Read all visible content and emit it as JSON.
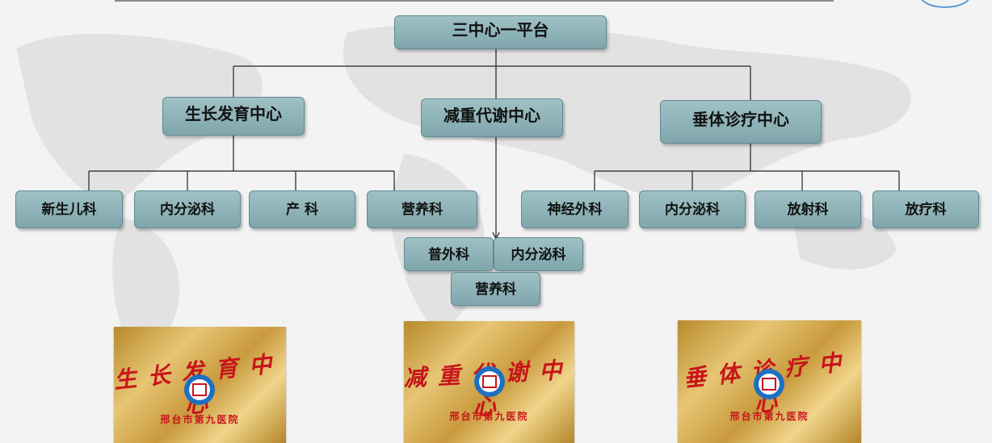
{
  "root": "三中心一平台",
  "centers": [
    {
      "label": "生长发育中心",
      "depts": [
        "新生儿科",
        "内分泌科",
        "产 科",
        "营养科"
      ]
    },
    {
      "label": "减重代谢中心",
      "depts": [
        "普外科",
        "内分泌科",
        "营养科"
      ]
    },
    {
      "label": "垂体诊疗中心",
      "depts": [
        "神经外科",
        "内分泌科",
        "放射科",
        "放疗科"
      ]
    }
  ],
  "plaques": [
    {
      "title": "生长发育中心",
      "hospital": "邢台市第九医院"
    },
    {
      "title": "减重代谢中心",
      "hospital": "邢台市第九医院"
    },
    {
      "title": "垂体诊疗中心",
      "hospital": "邢台市第九医院"
    }
  ],
  "colors": {
    "box": "#8fb3b8",
    "plaque_text": "#c8141a",
    "plaque_gold": "#d9b25a"
  }
}
